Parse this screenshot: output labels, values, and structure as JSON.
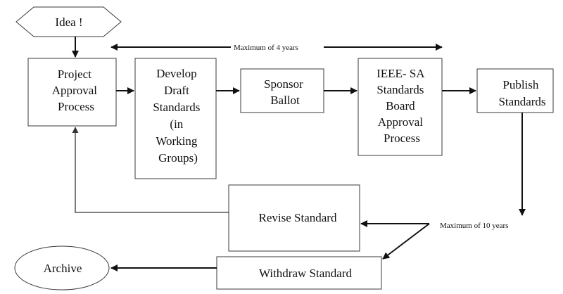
{
  "nodes": {
    "idea": {
      "lines": [
        "Idea !"
      ]
    },
    "project_approval": {
      "lines": [
        "Project",
        "Approval",
        "Process"
      ]
    },
    "develop_draft": {
      "lines": [
        "Develop",
        "Draft",
        "Standards",
        "(in",
        "Working",
        "Groups)"
      ]
    },
    "sponsor_ballot": {
      "lines": [
        "Sponsor",
        "Ballot"
      ]
    },
    "ieee_board": {
      "lines": [
        "IEEE- SA",
        "Standards",
        "Board",
        "Approval",
        "Process"
      ]
    },
    "publish": {
      "lines": [
        "Publish",
        "Standards"
      ]
    },
    "revise": {
      "lines": [
        "Revise Standard"
      ]
    },
    "withdraw": {
      "lines": [
        "Withdraw Standard"
      ]
    },
    "archive": {
      "lines": [
        "Archive"
      ]
    }
  },
  "annotations": {
    "max_4_years": "Maximum of 4 years",
    "max_10_years": "Maximum of 10 years"
  },
  "colors": {
    "stroke": "#3a3a3a",
    "arrow": "#111111",
    "text": "#111111"
  }
}
